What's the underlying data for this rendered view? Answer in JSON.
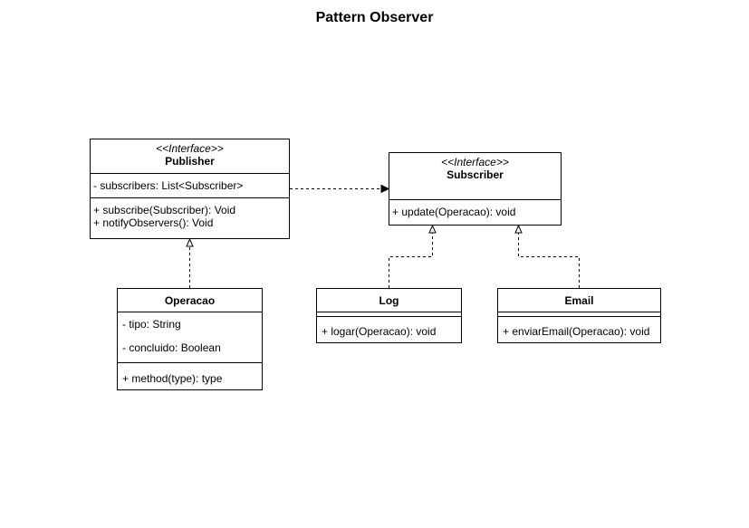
{
  "diagram": {
    "title": "Pattern Observer",
    "classes": {
      "publisher": {
        "stereotype": "<<Interface>>",
        "name": "Publisher",
        "attributes": [
          "- subscribers: List<Subscriber>"
        ],
        "methods": [
          "+ subscribe(Subscriber): Void",
          "+ notifyObservers(): Void"
        ]
      },
      "subscriber": {
        "stereotype": "<<Interface>>",
        "name": "Subscriber",
        "methods": [
          "+ update(Operacao): void"
        ]
      },
      "operacao": {
        "name": "Operacao",
        "attributes": [
          "- tipo: String",
          "- concluido: Boolean"
        ],
        "methods": [
          "+ method(type): type"
        ]
      },
      "log": {
        "name": "Log",
        "methods": [
          "+ logar(Operacao): void"
        ]
      },
      "email": {
        "name": "Email",
        "methods": [
          "+ enviarEmail(Operacao): void"
        ]
      }
    },
    "relations": [
      {
        "from": "Publisher",
        "to": "Subscriber",
        "kind": "dependency"
      },
      {
        "from": "Operacao",
        "to": "Publisher",
        "kind": "realization"
      },
      {
        "from": "Log",
        "to": "Subscriber",
        "kind": "realization"
      },
      {
        "from": "Email",
        "to": "Subscriber",
        "kind": "realization"
      }
    ]
  }
}
